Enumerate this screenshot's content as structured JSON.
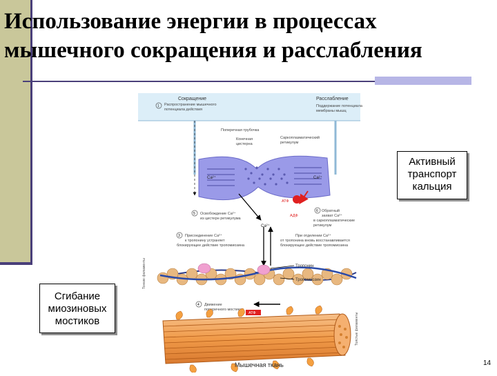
{
  "slide": {
    "title": "Использование энергии в процессах мышечного сокращения и расслабления",
    "page_number": "14"
  },
  "callouts": {
    "active_transport": [
      "Активный",
      "транспорт",
      "кальция"
    ],
    "myosin_bending": [
      "Сгибание",
      "миозиновых",
      "мостиков"
    ]
  },
  "figure": {
    "caption": "Мышечная ткань",
    "contraction": "Сокращение",
    "relaxation": "Расслабление",
    "step1": [
      "Распространение мышечного",
      "потенциала действия"
    ],
    "relax_potential": [
      "Поддержание потенциала",
      "мембраны мышц"
    ],
    "t_tubule": "Поперечная трубочка",
    "terminal_cistern": [
      "Конечная",
      "цистерна"
    ],
    "sr": [
      "Саркоплазматический",
      "ретикулум"
    ],
    "ca": "Ca²⁺",
    "atp": "АТФ",
    "adp": "АДФ",
    "step5": [
      "Освобождение Ca²⁺",
      "из цистерн ретикулума"
    ],
    "step6": [
      "Обратный",
      "захват Ca²⁺",
      "в саркоплазматические",
      "ретикулум"
    ],
    "step3": [
      "Присоединение Ca²⁺",
      "к тропонину устраняет",
      "блокирующее действие тропомиозина"
    ],
    "step3b": [
      "При отделении Ca²⁺",
      "от тропонина вновь восстанавливается",
      "блокирующее действие тропомиозина"
    ],
    "troponin": "Тропонин",
    "tropomyosin": "Тропомиозин",
    "thin_filament": "Тонкие филаменты",
    "step4": [
      "Движение",
      "поперечного мостика"
    ],
    "thick_filament": "Толстые филаменты"
  },
  "colors": {
    "accent_bar": "#c9c79a",
    "accent_line": "#4a3f7a",
    "accent_block": "#b7b6e6",
    "myofibril": "#f0a050",
    "sr_membrane": "#8a8ae0",
    "actin_bead": "#e8b880",
    "troponin": "#f0a0d0",
    "red_arrow": "#e02020"
  }
}
